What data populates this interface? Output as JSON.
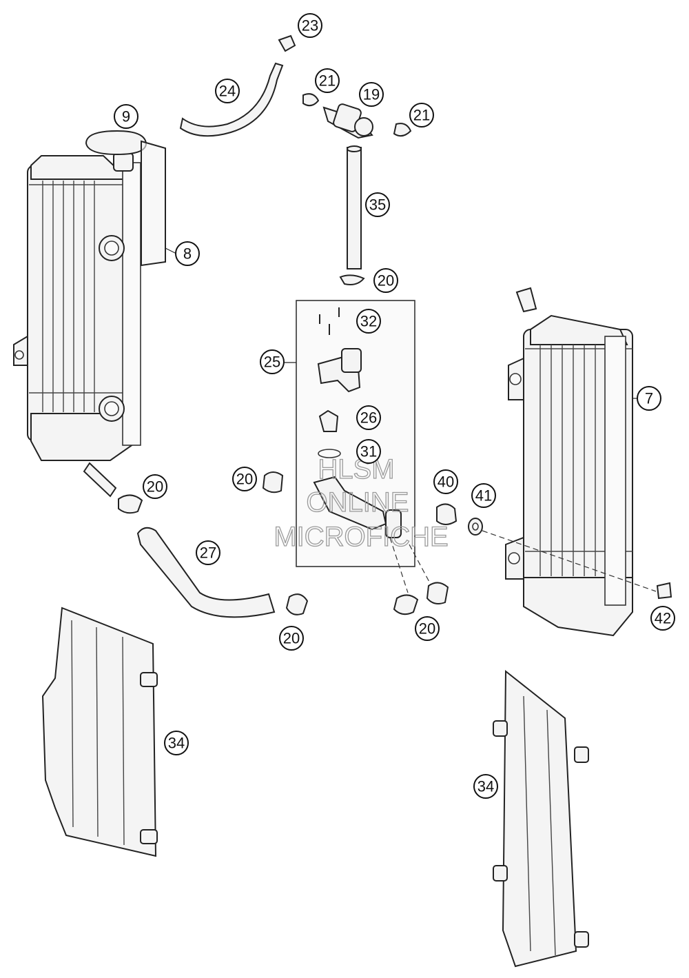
{
  "watermark": {
    "line1": "HLSM",
    "line2": "ONLINE",
    "line3": "MICROFICHE"
  },
  "callouts": {
    "c23": "23",
    "c24": "24",
    "c21a": "21",
    "c19": "19",
    "c21b": "21",
    "c9": "9",
    "c35": "35",
    "c8": "8",
    "c20a": "20",
    "c32": "32",
    "c25": "25",
    "c7": "7",
    "c26": "26",
    "c31": "31",
    "c20b": "20",
    "c20c": "20",
    "c40": "40",
    "c41": "41",
    "c27": "27",
    "c42": "42",
    "c20d": "20",
    "c20e": "20",
    "c34a": "34",
    "c34b": "34"
  }
}
